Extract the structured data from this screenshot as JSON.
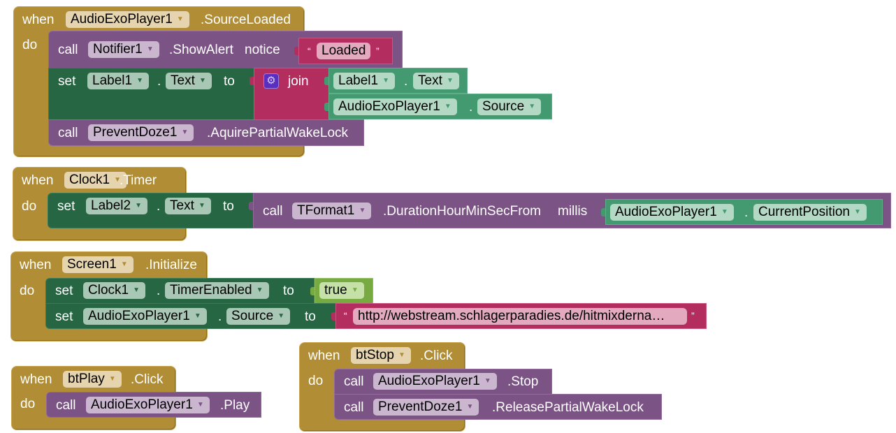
{
  "keywords": {
    "when": "when",
    "do": "do",
    "call": "call",
    "set": "set",
    "to": "to",
    "dot": ".",
    "join": "join",
    "notice": "notice",
    "millis": "millis",
    "open_quote": "“",
    "close_quote": "”"
  },
  "blocks": {
    "source_loaded": {
      "component": "AudioExoPlayer1",
      "event": ".SourceLoaded",
      "notify": {
        "component": "Notifier1",
        "method": ".ShowAlert",
        "text": "Loaded"
      },
      "set_label": {
        "component": "Label1",
        "property": "Text"
      },
      "join_items": [
        {
          "component": "Label1",
          "property": "Text"
        },
        {
          "component": "AudioExoPlayer1",
          "property": "Source"
        }
      ],
      "wake": {
        "component": "PreventDoze1",
        "method": ".AquirePartialWakeLock"
      }
    },
    "clock_timer": {
      "component": "Clock1",
      "event": ".Timer",
      "set_label": {
        "component": "Label2",
        "property": "Text"
      },
      "format": {
        "component": "TFormat1",
        "method": ".DurationHourMinSecFrom"
      },
      "arg": {
        "component": "AudioExoPlayer1",
        "property": "CurrentPosition"
      }
    },
    "screen_init": {
      "component": "Screen1",
      "event": ".Initialize",
      "set_timer": {
        "component": "Clock1",
        "property": "TimerEnabled",
        "value": "true"
      },
      "set_source": {
        "component": "AudioExoPlayer1",
        "property": "Source",
        "value": "http://webstream.schlagerparadies.de/hitmixderna…"
      }
    },
    "play_click": {
      "component": "btPlay",
      "event": ".Click",
      "call": {
        "component": "AudioExoPlayer1",
        "method": ".Play"
      }
    },
    "stop_click": {
      "component": "btStop",
      "event": ".Click",
      "stop": {
        "component": "AudioExoPlayer1",
        "method": ".Stop"
      },
      "release": {
        "component": "PreventDoze1",
        "method": ".ReleasePartialWakeLock"
      }
    }
  },
  "icons": {
    "dropdown": "▼",
    "gear": "⚙"
  }
}
